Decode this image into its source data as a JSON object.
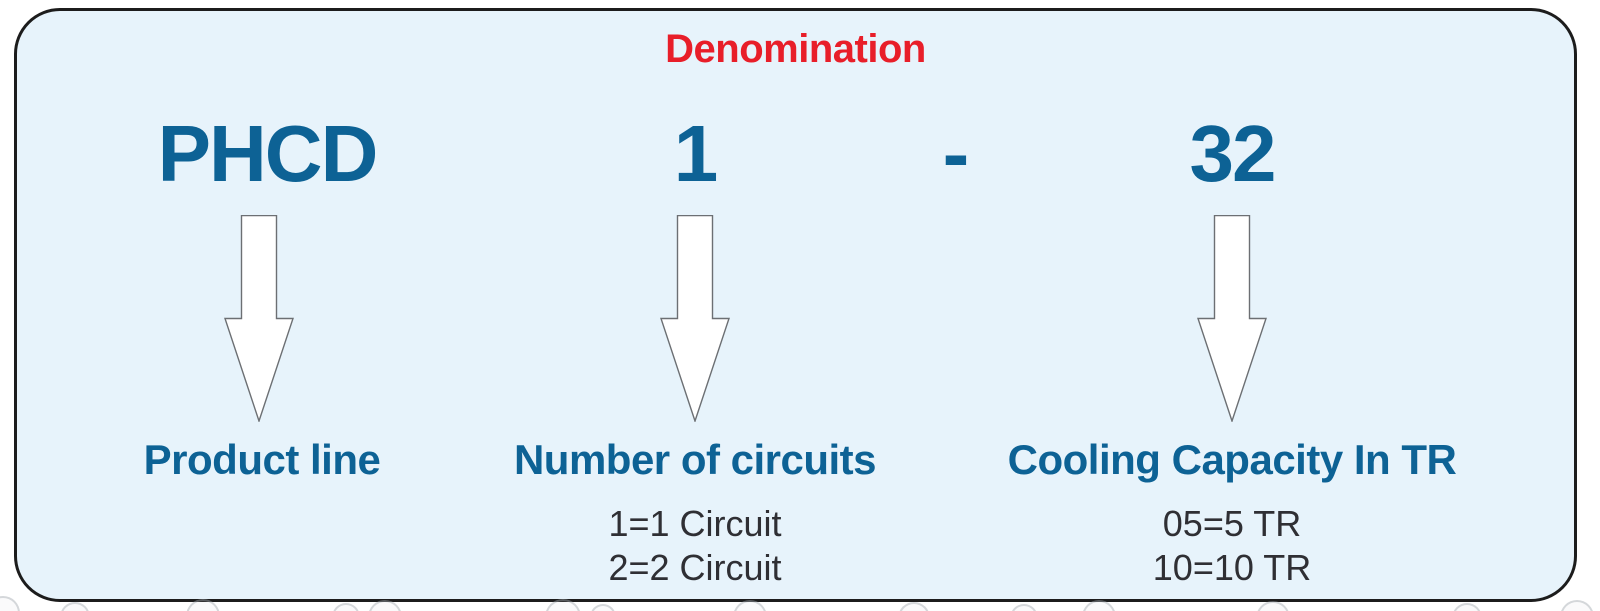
{
  "card": {
    "title": "Denomination",
    "separator": "-",
    "columns": [
      {
        "code": "PHCD",
        "label": "Product line",
        "details": []
      },
      {
        "code": "1",
        "label": "Number of circuits",
        "details": [
          "1=1 Circuit",
          "2=2 Circuit"
        ]
      },
      {
        "code": "32",
        "label": "Cooling Capacity In TR",
        "details": [
          "05=5 TR",
          "10=10 TR"
        ]
      }
    ]
  },
  "icons": {
    "arrow": "down-arrow-icon"
  },
  "colors": {
    "title_red": "#e81e29",
    "code_blue": "#0d6295",
    "detail_gray": "#2f2f34",
    "card_fill": "#e7f3fb",
    "card_border": "#1c1c1c",
    "arrow_fill": "#ffffff",
    "arrow_outline": "#6c6f73",
    "page_background": "#ffffff"
  }
}
